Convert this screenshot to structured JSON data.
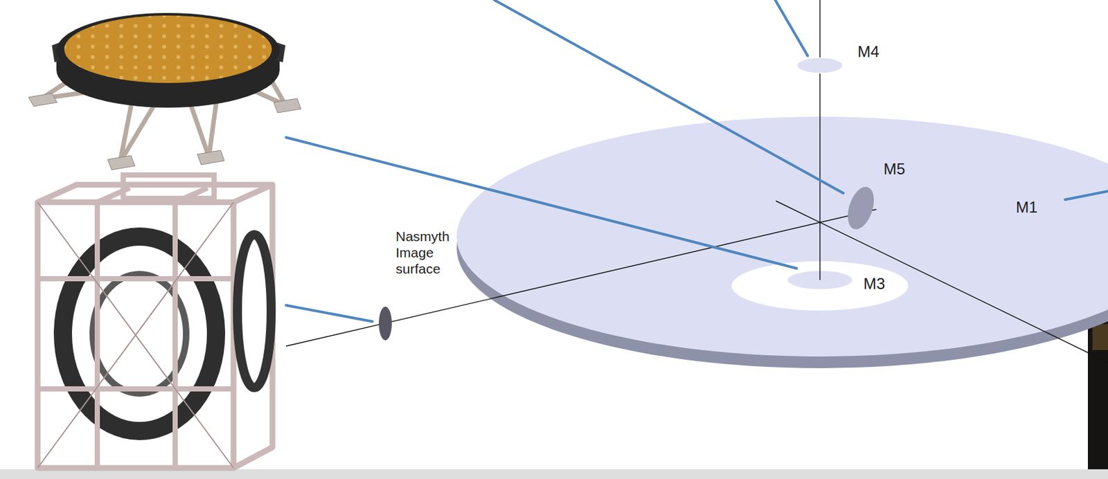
{
  "diagram": {
    "labels": [
      "M4",
      "M5",
      "M1",
      "Nasmyth Image surface",
      "M3"
    ]
  }
}
